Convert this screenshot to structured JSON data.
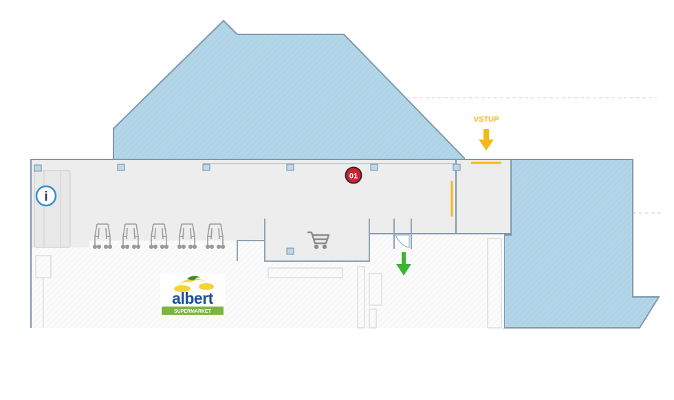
{
  "map": {
    "entrance_label": "VSTUP",
    "marker_label": "01",
    "info_symbol": "i",
    "logo": {
      "brand": "albert",
      "tagline": "SUPERMARKET"
    },
    "icons": {
      "info": "info-icon",
      "cart": "shopping-cart-icon",
      "entrance_arrow": "arrow-down-icon",
      "exit_arrow": "arrow-down-icon",
      "trolley": "trolley-icon"
    },
    "colors": {
      "water_area": "#b3d5e8",
      "outline": "#7f98ac",
      "corridor": "#eeeeee",
      "store": "#fafafa",
      "entrance": "#f5b915",
      "exit_arrow": "#3cb431",
      "marker": "#d32030",
      "logo_blue": "#1a4f9c",
      "logo_green": "#7ab540",
      "logo_yellow": "#f2cf1f"
    },
    "trolley_count": 5
  }
}
